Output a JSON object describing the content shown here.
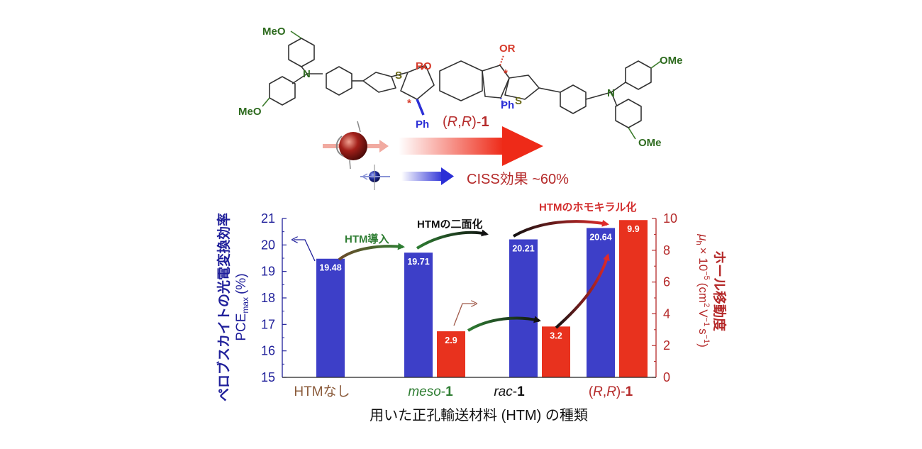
{
  "molecule": {
    "name_prefix": "(",
    "name_r1": "R",
    "name_comma": ",",
    "name_r2": "R",
    "name_suffix": ")-",
    "name_number": "1",
    "substituent_ro": "RO",
    "substituent_or": "OR",
    "phenyl_left": "Ph",
    "phenyl_right": "Ph",
    "sulfur": "S",
    "nitrogen": "N",
    "stereo_mark": "*",
    "methoxy_top_left": "MeO",
    "methoxy_bottom_left": "MeO",
    "methoxy_top_right": "OMe",
    "methoxy_bottom_right": "OMe"
  },
  "spin": {
    "ciss_label": "CISS効果 ~60%",
    "colors": {
      "up": "#e8321e",
      "down": "#2b2fd6"
    }
  },
  "chart_data": {
    "type": "bar",
    "categories": [
      {
        "plain": "HTMなし"
      },
      {
        "italic": "meso",
        "plain": "-",
        "bold": "1"
      },
      {
        "italic": "rac",
        "plain": "-",
        "bold": "1"
      },
      {
        "plain": "(",
        "italic": "R",
        "plain2": ",",
        "italic2": "R",
        "plain3": ")-",
        "bold": "1"
      }
    ],
    "series": [
      {
        "axis": "left",
        "color": "#3d3fc8",
        "values": [
          19.48,
          19.71,
          20.21,
          20.64
        ]
      },
      {
        "axis": "right",
        "color": "#e8321e",
        "values": [
          null,
          2.9,
          3.2,
          9.9
        ]
      }
    ],
    "y_left": {
      "min": 15,
      "max": 21,
      "ticks": [
        15,
        16,
        17,
        18,
        19,
        20,
        21
      ],
      "color": "#1f1f9a"
    },
    "y_right": {
      "min": 0,
      "max": 10,
      "ticks": [
        0,
        2,
        4,
        6,
        8,
        10
      ],
      "color": "#b52a2a"
    },
    "ylabel_left_line1": "ペロブスカイトの光電変換効率",
    "ylabel_left_pce": "PCE",
    "ylabel_left_sub": "max",
    "ylabel_left_unit": "(%)",
    "ylabel_right_line1": "ホール移動度",
    "ylabel_right_mu": "μ",
    "ylabel_right_mu_sub": "h",
    "ylabel_right_times": "× 10",
    "ylabel_right_exp": "−5",
    "ylabel_right_unit_open": "(cm",
    "ylabel_right_unit_sq": "2",
    "ylabel_right_unit_v": "V",
    "ylabel_right_unit_vexp": "−1",
    "ylabel_right_unit_s": "s",
    "ylabel_right_unit_sexp": "−1",
    "ylabel_right_unit_close": ")",
    "xlabel": "用いた正孔輸送材料 (HTM) の種類",
    "annotations": {
      "htm_intro": "HTM導入",
      "htm_dimer": "HTMの二面化",
      "htm_homochiral": "HTMのホモキラル化",
      "colors": {
        "intro": "#2e7d32",
        "dimer": "#111111",
        "homochiral": "#d32f2f"
      }
    }
  }
}
